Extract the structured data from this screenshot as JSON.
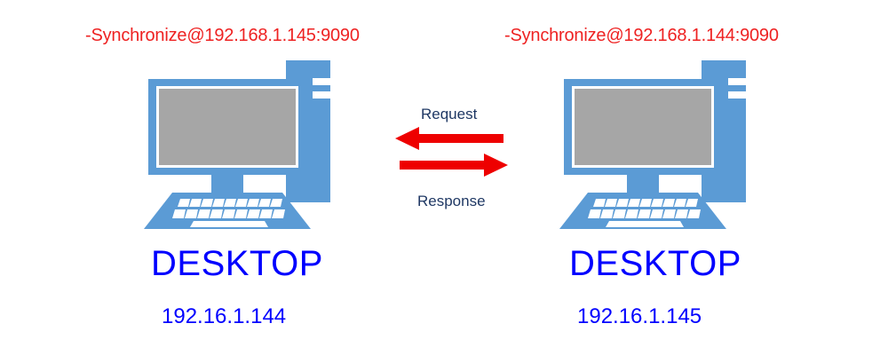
{
  "diagram": {
    "title": "Two desktop computers exchanging Request and Response over synchronize port 9090",
    "background_color": "#ffffff",
    "colors": {
      "computer_blue": "#5b9bd5",
      "screen_gray": "#a6a6a6",
      "arrow_red": "#ee0000",
      "sync_text_red": "#ee2222",
      "node_text_blue": "#0000ff",
      "flow_text_navy": "#1f3864",
      "key_white": "#ffffff"
    }
  },
  "nodes": {
    "left": {
      "sync_label": "-Synchronize@192.168.1.145:9090",
      "name": "DESKTOP",
      "ip": "192.16.1.144",
      "icon": "desktop-computer-icon"
    },
    "right": {
      "sync_label": "-Synchronize@192.168.1.144:9090",
      "name": "DESKTOP",
      "ip": "192.16.1.145",
      "icon": "desktop-computer-icon"
    }
  },
  "flows": [
    {
      "label": "Request",
      "direction": "right-to-left",
      "color": "#ee0000",
      "icon": "arrow-left-icon"
    },
    {
      "label": "Response",
      "direction": "left-to-right",
      "color": "#ee0000",
      "icon": "arrow-right-icon"
    }
  ]
}
